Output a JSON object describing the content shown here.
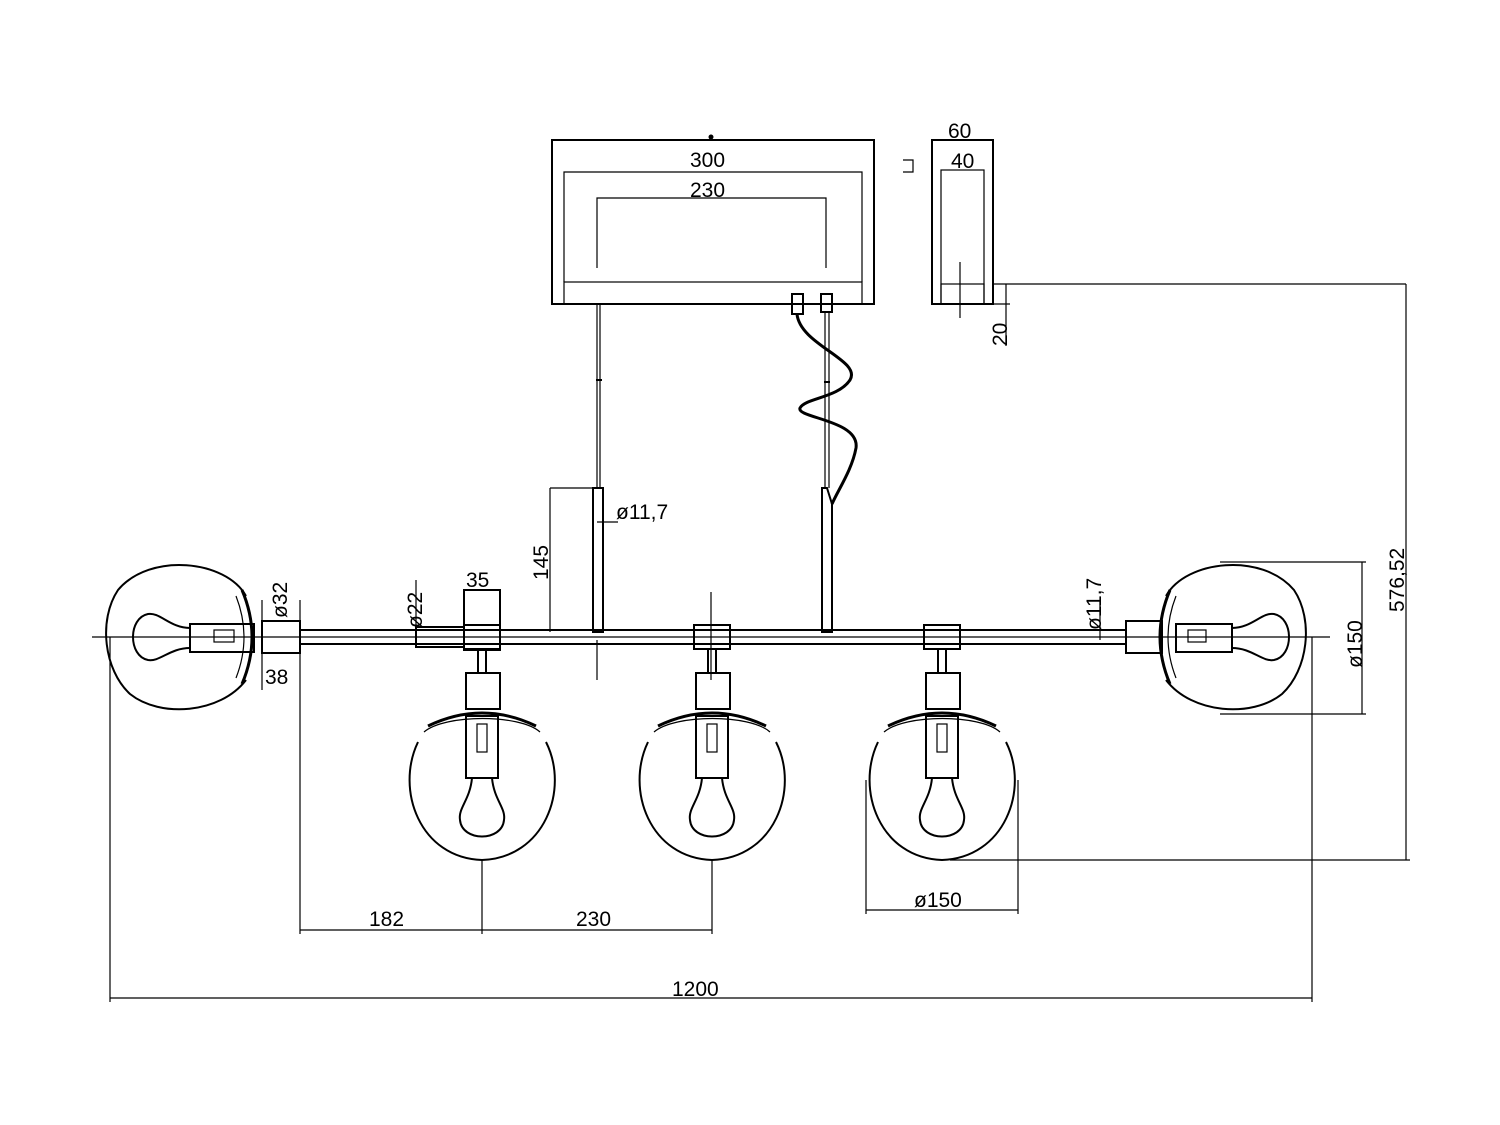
{
  "drawing": {
    "canopy": {
      "width": "300",
      "inner_width": "230"
    },
    "canopy_side": {
      "depth": "60",
      "inner_depth": "40",
      "height": "20"
    },
    "rod": {
      "length": "145",
      "diameter": "ø11,7"
    },
    "bar": {
      "diameter": "ø22",
      "end_diameter": "ø11,7"
    },
    "connector": {
      "width": "35"
    },
    "end_socket": {
      "diameter": "ø32",
      "length": "38"
    },
    "shade": {
      "diameter": "ø150",
      "side_diameter": "ø150"
    },
    "spacing": {
      "first": "182",
      "pitch": "230"
    },
    "overall": {
      "width": "1200",
      "height": "576,52"
    }
  }
}
